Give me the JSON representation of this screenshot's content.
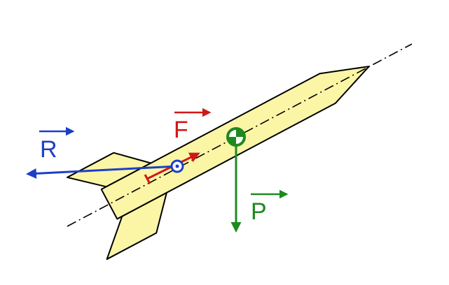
{
  "diagram": {
    "labels": {
      "resistance": "R",
      "thrust": "F",
      "weight": "P"
    },
    "colors": {
      "rocket_fill": "#FBF5A6",
      "outline": "#000000",
      "resistance": "#1C3FC8",
      "thrust": "#D01818",
      "weight": "#1E8A1E",
      "axis": "#000000"
    },
    "icons": {
      "pressure_center": "center-of-pressure-icon",
      "gravity_center": "center-of-gravity-icon"
    }
  }
}
